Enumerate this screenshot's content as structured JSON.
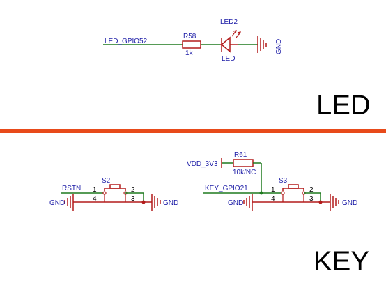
{
  "colors": {
    "wire_green": "#1f7a1f",
    "component_red": "#b31b1b",
    "label_blue": "#1a1aa6",
    "divider": "#e84a1a"
  },
  "sections": {
    "led_title": "LED",
    "key_title": "KEY"
  },
  "led_circuit": {
    "net_label": "LED_GPIO52",
    "resistor_ref": "R58",
    "resistor_value": "1k",
    "led_ref": "LED2",
    "led_value": "LED",
    "gnd_label": "GND"
  },
  "key_circuit": {
    "reset_net": "RSTN",
    "s2_ref": "S2",
    "s2_gnd_left": "GND",
    "s2_gnd_right": "GND",
    "s2_pins": [
      "1",
      "2",
      "4",
      "3"
    ],
    "vdd_label": "VDD_3V3",
    "pullup_ref": "R61",
    "pullup_value": "10k/NC",
    "key_net": "KEY_GPIO21",
    "s3_ref": "S3",
    "s3_gnd_left": "GND",
    "s3_gnd_right": "GND",
    "s3_pins": [
      "1",
      "2",
      "4",
      "3"
    ]
  }
}
